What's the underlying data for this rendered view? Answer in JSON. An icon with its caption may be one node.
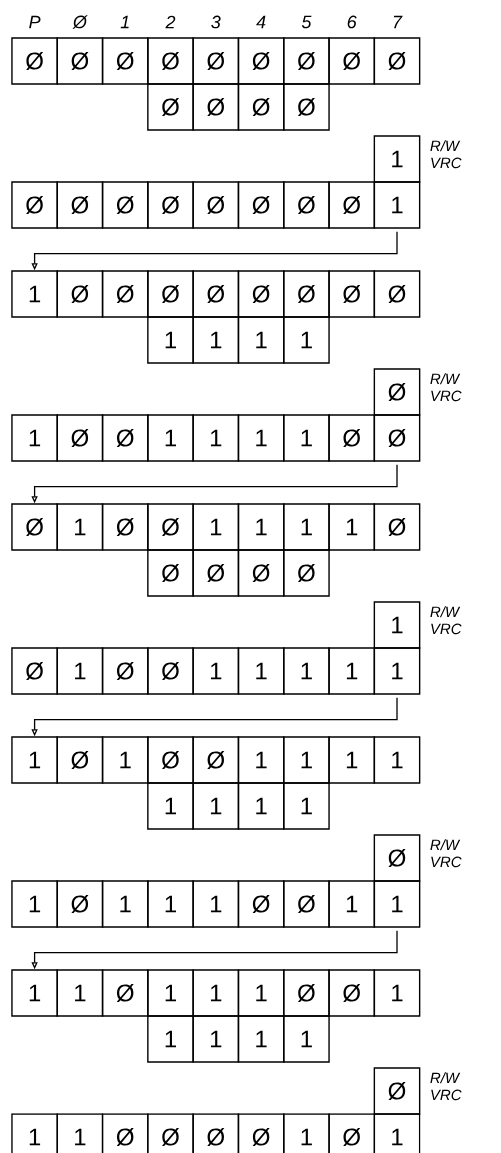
{
  "diagram": {
    "nodes": [
      {
        "text": [
          "Ø"
        ]
      },
      {
        "text": [
          "Ø"
        ]
      },
      {
        "text": [
          "Ø"
        ]
      },
      {
        "text": [
          "Ø"
        ]
      },
      {
        "text": [
          "Ø"
        ]
      },
      {
        "text": [
          "Ø"
        ]
      },
      {
        "text": [
          "Ø"
        ]
      },
      {
        "text": [
          "Ø"
        ]
      },
      {
        "text": [
          "Ø"
        ]
      },
      {
        "text": [
          "Ø"
        ]
      },
      {
        "text": [
          "Ø"
        ]
      },
      {
        "text": [
          "Ø"
        ]
      },
      {
        "text": [
          "Ø"
        ]
      },
      {
        "text": [
          "1"
        ],
        "beside": [
          "R/W VRC"
        ]
      },
      {
        "text": [
          "Ø"
        ]
      },
      {
        "text": [
          "Ø"
        ]
      },
      {
        "text": [
          "Ø"
        ]
      },
      {
        "text": [
          "Ø"
        ]
      },
      {
        "text": [
          "Ø"
        ]
      },
      {
        "text": [
          "Ø"
        ]
      },
      {
        "text": [
          "Ø"
        ]
      },
      {
        "text": [
          "Ø"
        ]
      },
      {
        "text": [
          "1"
        ]
      },
      {
        "text": [
          "1"
        ]
      },
      {
        "text": [
          "Ø"
        ]
      },
      {
        "text": [
          "Ø"
        ]
      },
      {
        "text": [
          "Ø"
        ]
      },
      {
        "text": [
          "Ø"
        ]
      },
      {
        "text": [
          "Ø"
        ]
      },
      {
        "text": [
          "Ø"
        ]
      },
      {
        "text": [
          "Ø"
        ]
      },
      {
        "text": [
          "Ø"
        ]
      },
      {
        "text": [
          "1"
        ]
      },
      {
        "text": [
          "1"
        ]
      },
      {
        "text": [
          "1"
        ]
      },
      {
        "text": [
          "1"
        ]
      },
      {
        "text": [
          "Ø"
        ],
        "beside": [
          "R/W VRC"
        ]
      },
      {
        "text": [
          "1"
        ]
      },
      {
        "text": [
          "Ø"
        ]
      },
      {
        "text": [
          "Ø"
        ]
      },
      {
        "text": [
          "1"
        ]
      },
      {
        "text": [
          "1"
        ]
      },
      {
        "text": [
          "1"
        ]
      },
      {
        "text": [
          "1"
        ]
      },
      {
        "text": [
          "Ø"
        ]
      },
      {
        "text": [
          "Ø"
        ]
      },
      {
        "text": [
          "Ø"
        ]
      },
      {
        "text": [
          "1"
        ]
      },
      {
        "text": [
          "Ø"
        ]
      },
      {
        "text": [
          "Ø"
        ]
      },
      {
        "text": [
          "1"
        ]
      },
      {
        "text": [
          "1"
        ]
      },
      {
        "text": [
          "1"
        ]
      },
      {
        "text": [
          "1"
        ]
      },
      {
        "text": [
          "Ø"
        ]
      },
      {
        "text": [
          "Ø"
        ]
      },
      {
        "text": [
          "Ø"
        ]
      },
      {
        "text": [
          "Ø"
        ]
      },
      {
        "text": [
          "Ø"
        ]
      },
      {
        "text": [
          "1"
        ],
        "beside": [
          "R/W VRC"
        ]
      },
      {
        "text": [
          "Ø"
        ]
      },
      {
        "text": [
          "1"
        ]
      },
      {
        "text": [
          "Ø"
        ]
      },
      {
        "text": [
          "Ø"
        ]
      },
      {
        "text": [
          "1"
        ]
      },
      {
        "text": [
          "1"
        ]
      },
      {
        "text": [
          "1"
        ]
      },
      {
        "text": [
          "1"
        ]
      },
      {
        "text": [
          "1"
        ]
      },
      {
        "text": [
          "1"
        ]
      },
      {
        "text": [
          "Ø"
        ]
      },
      {
        "text": [
          "1"
        ]
      },
      {
        "text": [
          "Ø"
        ]
      },
      {
        "text": [
          "Ø"
        ]
      },
      {
        "text": [
          "1"
        ]
      },
      {
        "text": [
          "1"
        ]
      },
      {
        "text": [
          "1"
        ]
      },
      {
        "text": [
          "1"
        ]
      },
      {
        "text": [
          "1"
        ]
      },
      {
        "text": [
          "1"
        ]
      },
      {
        "text": [
          "1"
        ]
      },
      {
        "text": [
          "1"
        ]
      },
      {
        "text": [
          "Ø"
        ],
        "beside": [
          "R/W VRC"
        ]
      },
      {
        "text": [
          "1"
        ]
      },
      {
        "text": [
          "Ø"
        ]
      },
      {
        "text": [
          "1"
        ]
      },
      {
        "text": [
          "1"
        ]
      },
      {
        "text": [
          "1"
        ]
      },
      {
        "text": [
          "Ø"
        ]
      },
      {
        "text": [
          "Ø"
        ]
      },
      {
        "text": [
          "1"
        ]
      },
      {
        "text": [
          "1"
        ]
      },
      {
        "text": [
          "1"
        ]
      },
      {
        "text": [
          "1"
        ]
      },
      {
        "text": [
          "Ø"
        ]
      },
      {
        "text": [
          "1"
        ]
      },
      {
        "text": [
          "1"
        ]
      },
      {
        "text": [
          "1"
        ]
      },
      {
        "text": [
          "Ø"
        ]
      },
      {
        "text": [
          "Ø"
        ]
      },
      {
        "text": [
          "1"
        ]
      },
      {
        "text": [
          "1"
        ]
      },
      {
        "text": [
          "1"
        ]
      },
      {
        "text": [
          "1"
        ]
      },
      {
        "text": [
          "1"
        ]
      },
      {
        "text": [
          "Ø"
        ],
        "beside": [
          "R/W VRC"
        ]
      },
      {
        "text": [
          "1"
        ]
      },
      {
        "text": [
          "1"
        ]
      },
      {
        "text": [
          "Ø"
        ]
      },
      {
        "text": [
          "Ø"
        ]
      },
      {
        "text": [
          "Ø"
        ]
      },
      {
        "text": [
          "Ø"
        ]
      },
      {
        "text": [
          "1"
        ]
      },
      {
        "text": [
          "Ø"
        ]
      },
      {
        "text": [
          "1"
        ]
      }
    ],
    "edges": [
      {
        "from": 22,
        "to": 23,
        "arrow": "to"
      },
      {
        "from": 45,
        "to": 46,
        "arrow": "to"
      },
      {
        "from": 68,
        "to": 69,
        "arrow": "to"
      },
      {
        "from": 91,
        "to": 92,
        "arrow": "to"
      }
    ],
    "labels": [
      "P",
      "Ø",
      "1",
      "2",
      "3",
      "4",
      "5",
      "6",
      "7"
    ]
  }
}
